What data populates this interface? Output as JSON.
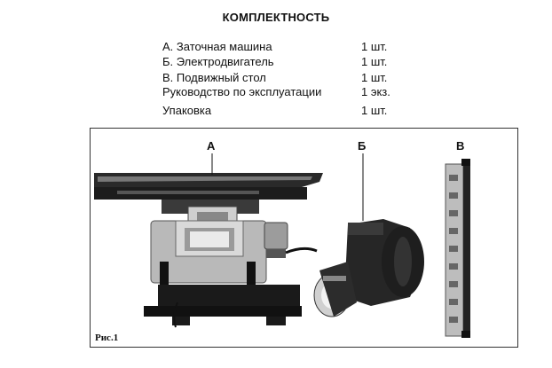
{
  "heading": "КОМПЛЕКТНОСТЬ",
  "items": [
    {
      "name": "А. Заточная машина",
      "qty": "1 шт."
    },
    {
      "name": "Б. Электродвигатель",
      "qty": "1 шт."
    },
    {
      "name": "В. Подвижный стол",
      "qty": "1 шт."
    },
    {
      "name": "Руководство по эксплуатации",
      "qty": "1 экз."
    },
    {
      "name": "Упаковка",
      "qty": "1 шт."
    }
  ],
  "figure": {
    "caption": "Рис.1",
    "label_a": "А",
    "label_b": "Б",
    "label_v": "В"
  }
}
